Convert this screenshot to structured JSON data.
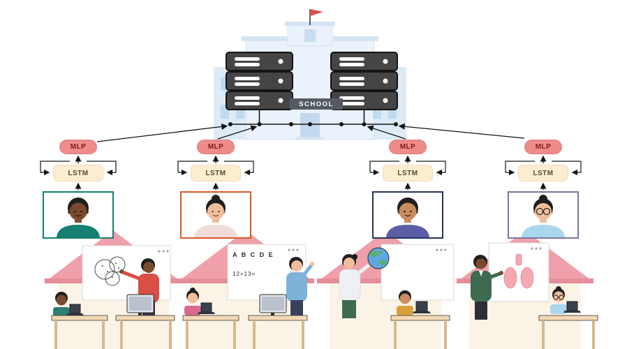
{
  "school": {
    "sign_label": "SCHOOL"
  },
  "clients": [
    {
      "name": "client-1",
      "mlp_label": "MLP",
      "lstm_label": "LSTM",
      "frame_color": "#177E70"
    },
    {
      "name": "client-2",
      "mlp_label": "MLP",
      "lstm_label": "LSTM",
      "frame_color": "#D9572B",
      "board": {
        "line1": "A B C D E",
        "line2": "12+13="
      }
    },
    {
      "name": "client-3",
      "mlp_label": "MLP",
      "lstm_label": "LSTM",
      "frame_color": "#25335F"
    },
    {
      "name": "client-4",
      "mlp_label": "MLP",
      "lstm_label": "LSTM",
      "frame_color": "#7C74A0"
    }
  ],
  "colors": {
    "mlp_bg": "#EE8B8B",
    "mlp_text": "#7F1D1D",
    "lstm_bg": "#FBEED0",
    "lstm_text": "#5A4632",
    "roof": "#EFA0AA",
    "roof_trim": "#E58D98",
    "wall": "#FBF3E6",
    "server_body": "#454545",
    "line": "#141414",
    "school_banner": "#555B66",
    "flag_red": "#D94F43"
  }
}
